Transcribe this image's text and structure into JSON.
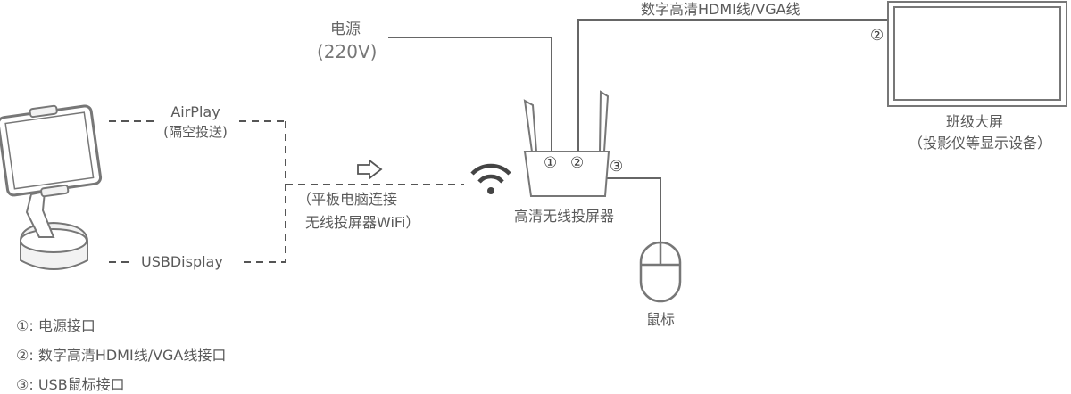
{
  "power": {
    "label": "电源",
    "voltage": "(220V)"
  },
  "hdmi_cable": "数字高清HDMI线/VGA线",
  "screen": {
    "title": "班级大屏",
    "subtitle": "（投影仪等显示设备）"
  },
  "airplay": {
    "label": "AirPlay",
    "sub": "(隔空投送)"
  },
  "usbdisplay": "USBDisplay",
  "wifi_note": {
    "line1": "（平板电脑连接",
    "line2": "无线投屏器WiFi）"
  },
  "receiver": "高清无线投屏器",
  "mouse": "鼠标",
  "ports": {
    "p1": "①",
    "p2": "②",
    "p3": "③"
  },
  "legend": [
    {
      "marker": "①",
      "text": ": 电源接口"
    },
    {
      "marker": "②",
      "text": ": 数字高清HDMI线/VGA线接口"
    },
    {
      "marker": "③",
      "text": ": USB鼠标接口"
    }
  ],
  "colors": {
    "line": "#666666",
    "dash": "#555555",
    "device": "#7a7a7a"
  }
}
